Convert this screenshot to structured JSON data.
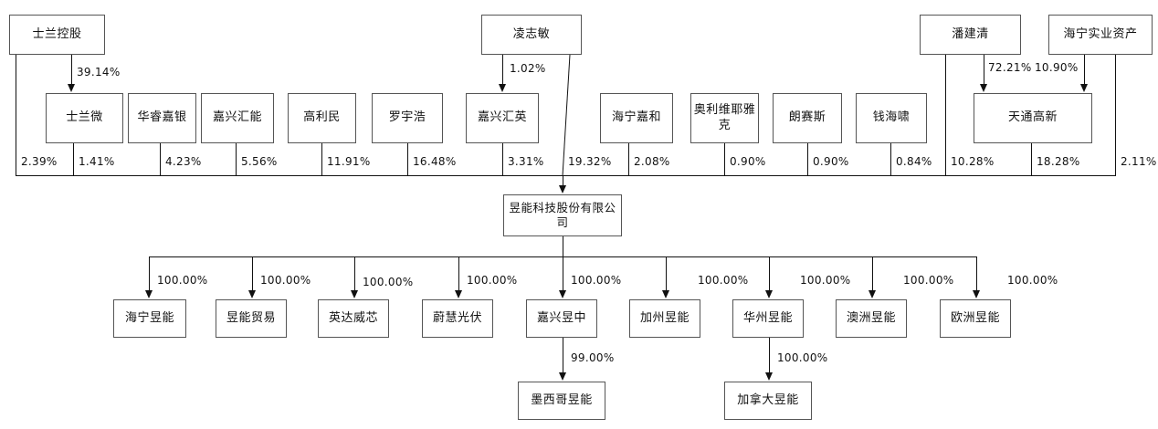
{
  "chart_data": {
    "type": "diagram",
    "title": "",
    "diagram_kind": "ownership-structure-chart",
    "main_entity": "昱能科技股份有限公司",
    "top_level": [
      {
        "id": "top1",
        "label": "士兰控股"
      },
      {
        "id": "top2",
        "label": "凌志敏"
      },
      {
        "id": "top3",
        "label": "潘建清"
      },
      {
        "id": "top4",
        "label": "海宁实业资产"
      }
    ],
    "shareholders": [
      {
        "id": "sh1",
        "label": "士兰微",
        "pct": "1.41%"
      },
      {
        "id": "sh2",
        "label": "华睿嘉银",
        "pct": "4.23%"
      },
      {
        "id": "sh3",
        "label": "嘉兴汇能",
        "pct": "5.56%"
      },
      {
        "id": "sh4",
        "label": "高利民",
        "pct": "11.91%"
      },
      {
        "id": "sh5",
        "label": "罗宇浩",
        "pct": "16.48%"
      },
      {
        "id": "sh6",
        "label": "嘉兴汇英",
        "pct": "3.31%"
      },
      {
        "id": "sh7",
        "label": "海宁嘉和",
        "pct": "2.08%"
      },
      {
        "id": "sh8",
        "label": "奥利维耶雅克",
        "pct": "0.90%"
      },
      {
        "id": "sh9",
        "label": "朗赛斯",
        "pct": "0.90%"
      },
      {
        "id": "sh10",
        "label": "钱海啸",
        "pct": "0.84%"
      },
      {
        "id": "sh11",
        "label": "天通高新",
        "pct": "18.28%"
      }
    ],
    "direct_holdings": [
      {
        "from": "士兰控股",
        "pct": "2.39%"
      },
      {
        "from": "凌志敏",
        "pct": "19.32%"
      },
      {
        "from": "潘建清",
        "pct": "10.28%"
      },
      {
        "from": "海宁实业资产",
        "pct": "2.11%"
      }
    ],
    "upper_links": [
      {
        "from": "士兰控股",
        "to": "士兰微",
        "pct": "39.14%"
      },
      {
        "from": "凌志敏",
        "to": "嘉兴汇英",
        "pct": "1.02%"
      },
      {
        "from": "潘建清",
        "to": "天通高新",
        "pct": "72.21%"
      },
      {
        "from": "海宁实业资产",
        "to": "天通高新",
        "pct": "10.90%"
      }
    ],
    "subsidiaries": [
      {
        "id": "sub1",
        "label": "海宁昱能",
        "pct": "100.00%"
      },
      {
        "id": "sub2",
        "label": "昱能贸易",
        "pct": "100.00%"
      },
      {
        "id": "sub3",
        "label": "英达威芯",
        "pct": "100.00%"
      },
      {
        "id": "sub4",
        "label": "蔚慧光伏",
        "pct": "100.00%"
      },
      {
        "id": "sub5",
        "label": "嘉兴昱中",
        "pct": "100.00%"
      },
      {
        "id": "sub6",
        "label": "加州昱能",
        "pct": "100.00%"
      },
      {
        "id": "sub7",
        "label": "华州昱能",
        "pct": "100.00%"
      },
      {
        "id": "sub8",
        "label": "澳洲昱能",
        "pct": "100.00%"
      },
      {
        "id": "sub9",
        "label": "欧洲昱能",
        "pct": "100.00%"
      }
    ],
    "leaves": [
      {
        "id": "leaf1",
        "label": "墨西哥昱能",
        "parent": "嘉兴昱中",
        "pct": "99.00%"
      },
      {
        "id": "leaf2",
        "label": "加拿大昱能",
        "parent": "华州昱能",
        "pct": "100.00%"
      }
    ],
    "colors": {
      "box_border": "#555555",
      "line": "#111111",
      "background": "#ffffff",
      "text": "#111111"
    }
  }
}
